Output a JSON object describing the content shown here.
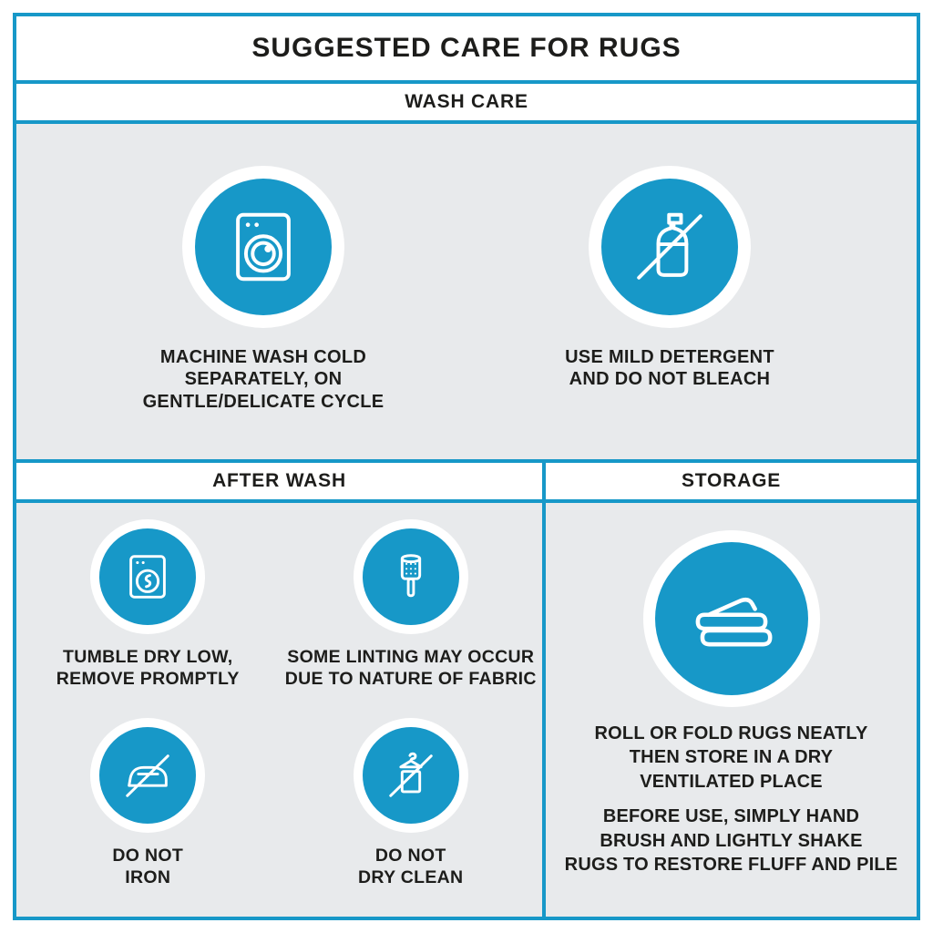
{
  "colors": {
    "accent": "#1798c8",
    "panel": "#e8eaec",
    "text": "#1d1d1b"
  },
  "title": "SUGGESTED CARE FOR RUGS",
  "wash_care": {
    "header": "WASH CARE",
    "items": [
      {
        "icon": "washing-machine-icon",
        "label": "MACHINE WASH COLD\nSEPARATELY, ON\nGENTLE/DELICATE CYCLE"
      },
      {
        "icon": "no-bleach-detergent-icon",
        "label": "USE MILD DETERGENT\nAND DO NOT BLEACH"
      }
    ]
  },
  "after_wash": {
    "header": "AFTER WASH",
    "items": [
      {
        "icon": "tumble-dry-icon",
        "label": "TUMBLE DRY LOW,\nREMOVE PROMPTLY"
      },
      {
        "icon": "lint-roller-icon",
        "label": "SOME LINTING MAY OCCUR\nDUE TO NATURE OF FABRIC"
      },
      {
        "icon": "no-iron-icon",
        "label": "DO NOT\nIRON"
      },
      {
        "icon": "no-dry-clean-icon",
        "label": "DO NOT\nDRY CLEAN"
      }
    ]
  },
  "storage": {
    "header": "STORAGE",
    "icon": "folded-rugs-icon",
    "paragraphs": [
      "ROLL OR FOLD RUGS NEATLY\nTHEN STORE IN A DRY\nVENTILATED PLACE",
      "BEFORE USE, SIMPLY HAND\nBRUSH AND LIGHTLY SHAKE\nRUGS TO RESTORE FLUFF AND PILE"
    ]
  }
}
